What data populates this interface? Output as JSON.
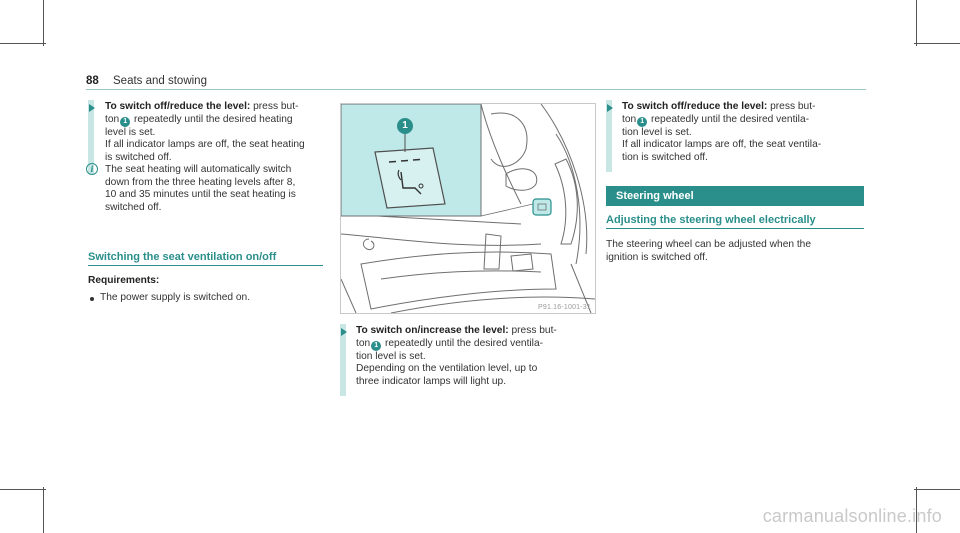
{
  "header": {
    "page_number": "88",
    "title": "Seats and stowing"
  },
  "left_column": {
    "step1": {
      "bold": "To switch off/reduce the level:",
      "text1": " press but-",
      "text2": "ton",
      "badge": "1",
      "text3": " repeatedly until the desired heating",
      "line3": "level is set.",
      "line4": "If all indicator lamps are off, the seat heating",
      "line5": "is switched off."
    },
    "info": {
      "icon": "i",
      "line1": "The seat heating will automatically switch",
      "line2": "down from the three heating levels after 8,",
      "line3": "10 and 35 minutes until the seat heating is",
      "line4": "switched off."
    },
    "ventilation_heading": "Switching the seat ventilation on/off",
    "requirements_label": "Requirements:",
    "requirement_item": "The power supply is switched on."
  },
  "figure": {
    "callout": "1",
    "watermark": "P91.16-1001-31",
    "step": {
      "bold": "To switch on/increase the level:",
      "text1": " press but-",
      "text2": "ton",
      "badge": "1",
      "text3": " repeatedly until the desired ventila-",
      "line3": "tion level is set.",
      "line4": "Depending on the ventilation level, up to",
      "line5": "three indicator lamps will light up."
    }
  },
  "right_column": {
    "step": {
      "bold": "To switch off/reduce the level:",
      "text1": " press but-",
      "text2": "ton",
      "badge": "1",
      "text3": " repeatedly until the desired ventila-",
      "line3": "tion level is set.",
      "line4": "If all indicator lamps are off, the seat ventila-",
      "line5": "tion is switched off."
    },
    "section_title": "Steering wheel",
    "subsection_title": "Adjusting the steering wheel electrically",
    "para_line1": "The steering wheel can be adjusted when the",
    "para_line2": "ignition is switched off."
  },
  "footer": {
    "watermark": "carmanualsonline.info"
  },
  "colors": {
    "accent": "#2a8f8b",
    "bar": "#c7e6e4",
    "figure_highlight": "#bfe9e9"
  }
}
